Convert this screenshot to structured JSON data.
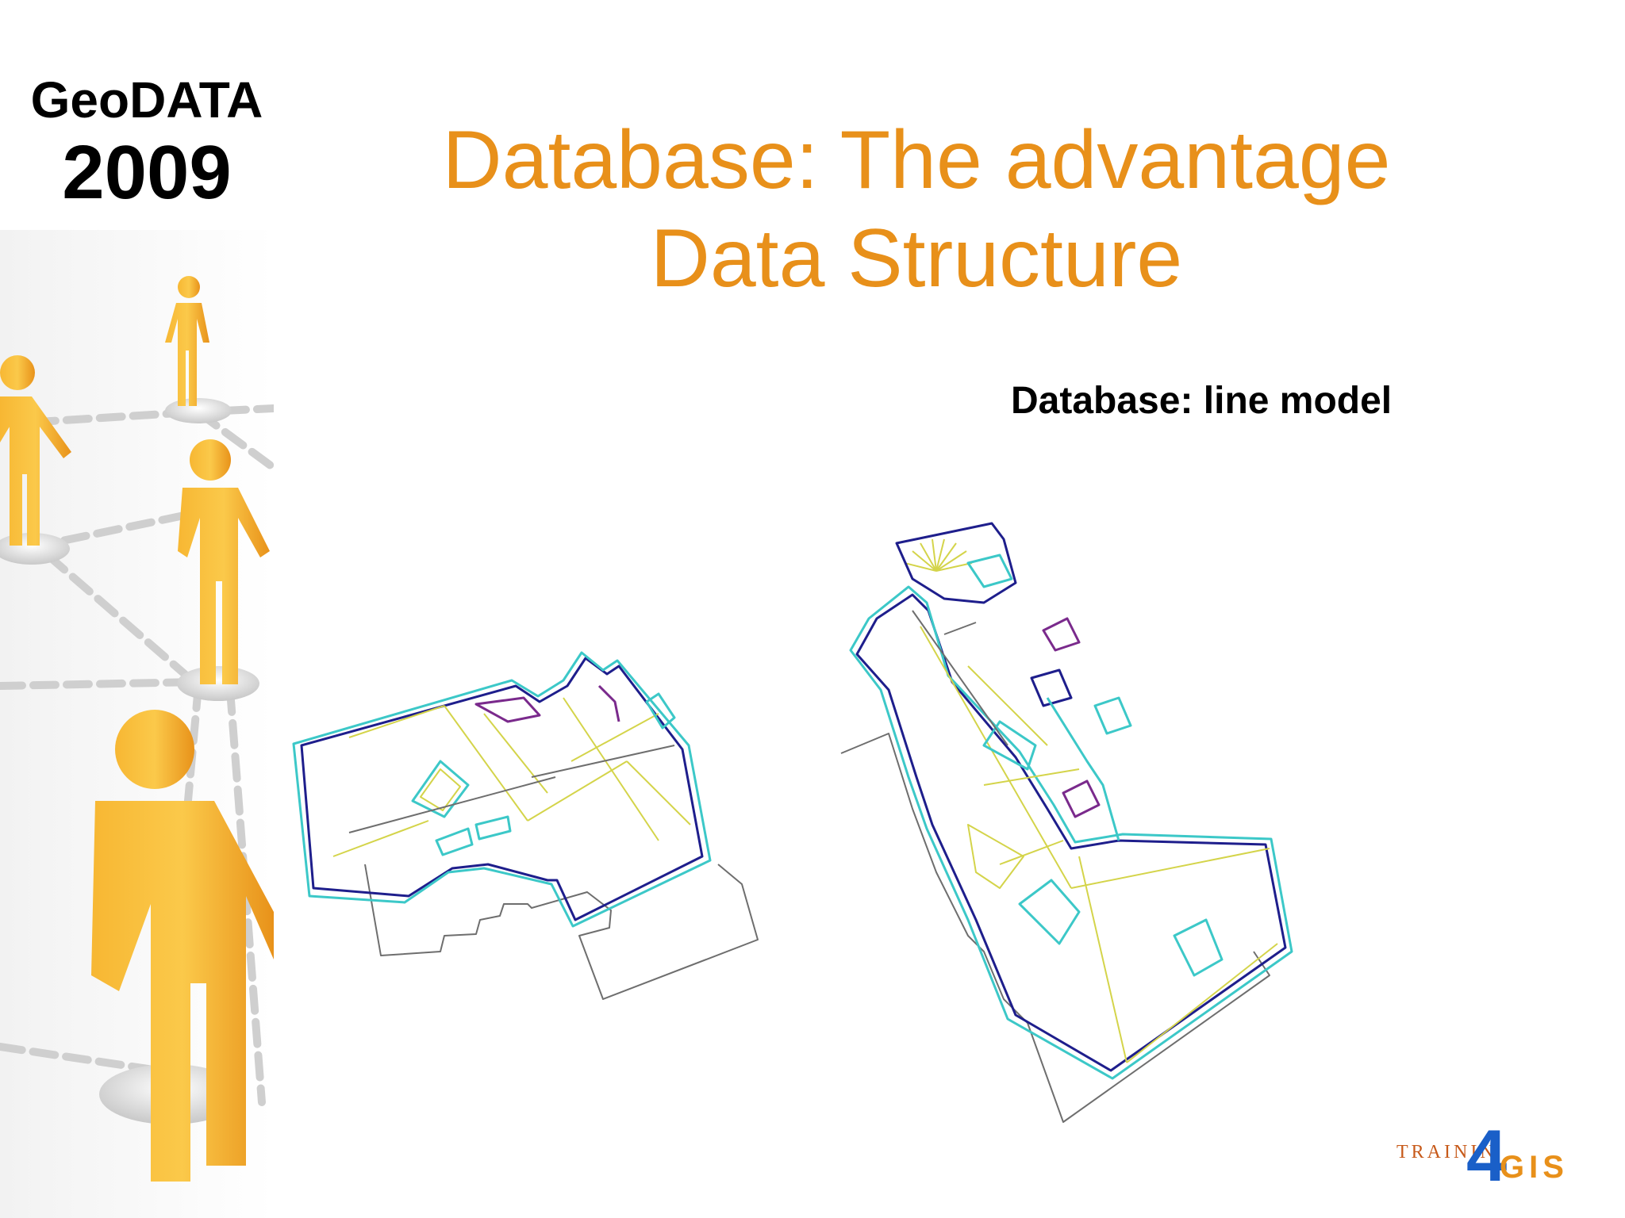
{
  "brand": {
    "name": "GeoDATA",
    "year": "2009"
  },
  "title": {
    "line1": "Database: The advantage",
    "line2": "Data Structure"
  },
  "caption": "Database: line model",
  "logo": {
    "prefix": "TRAININ",
    "number": "4",
    "suffix": "GIS"
  },
  "colors": {
    "title": "#e8901a",
    "figure": "#f5a623",
    "line_blue": "#1e1e8c",
    "line_cyan": "#3cc8c8",
    "line_yellow": "#d4d44a",
    "line_grey": "#6e6e6e",
    "line_purple": "#7a2a8c"
  }
}
